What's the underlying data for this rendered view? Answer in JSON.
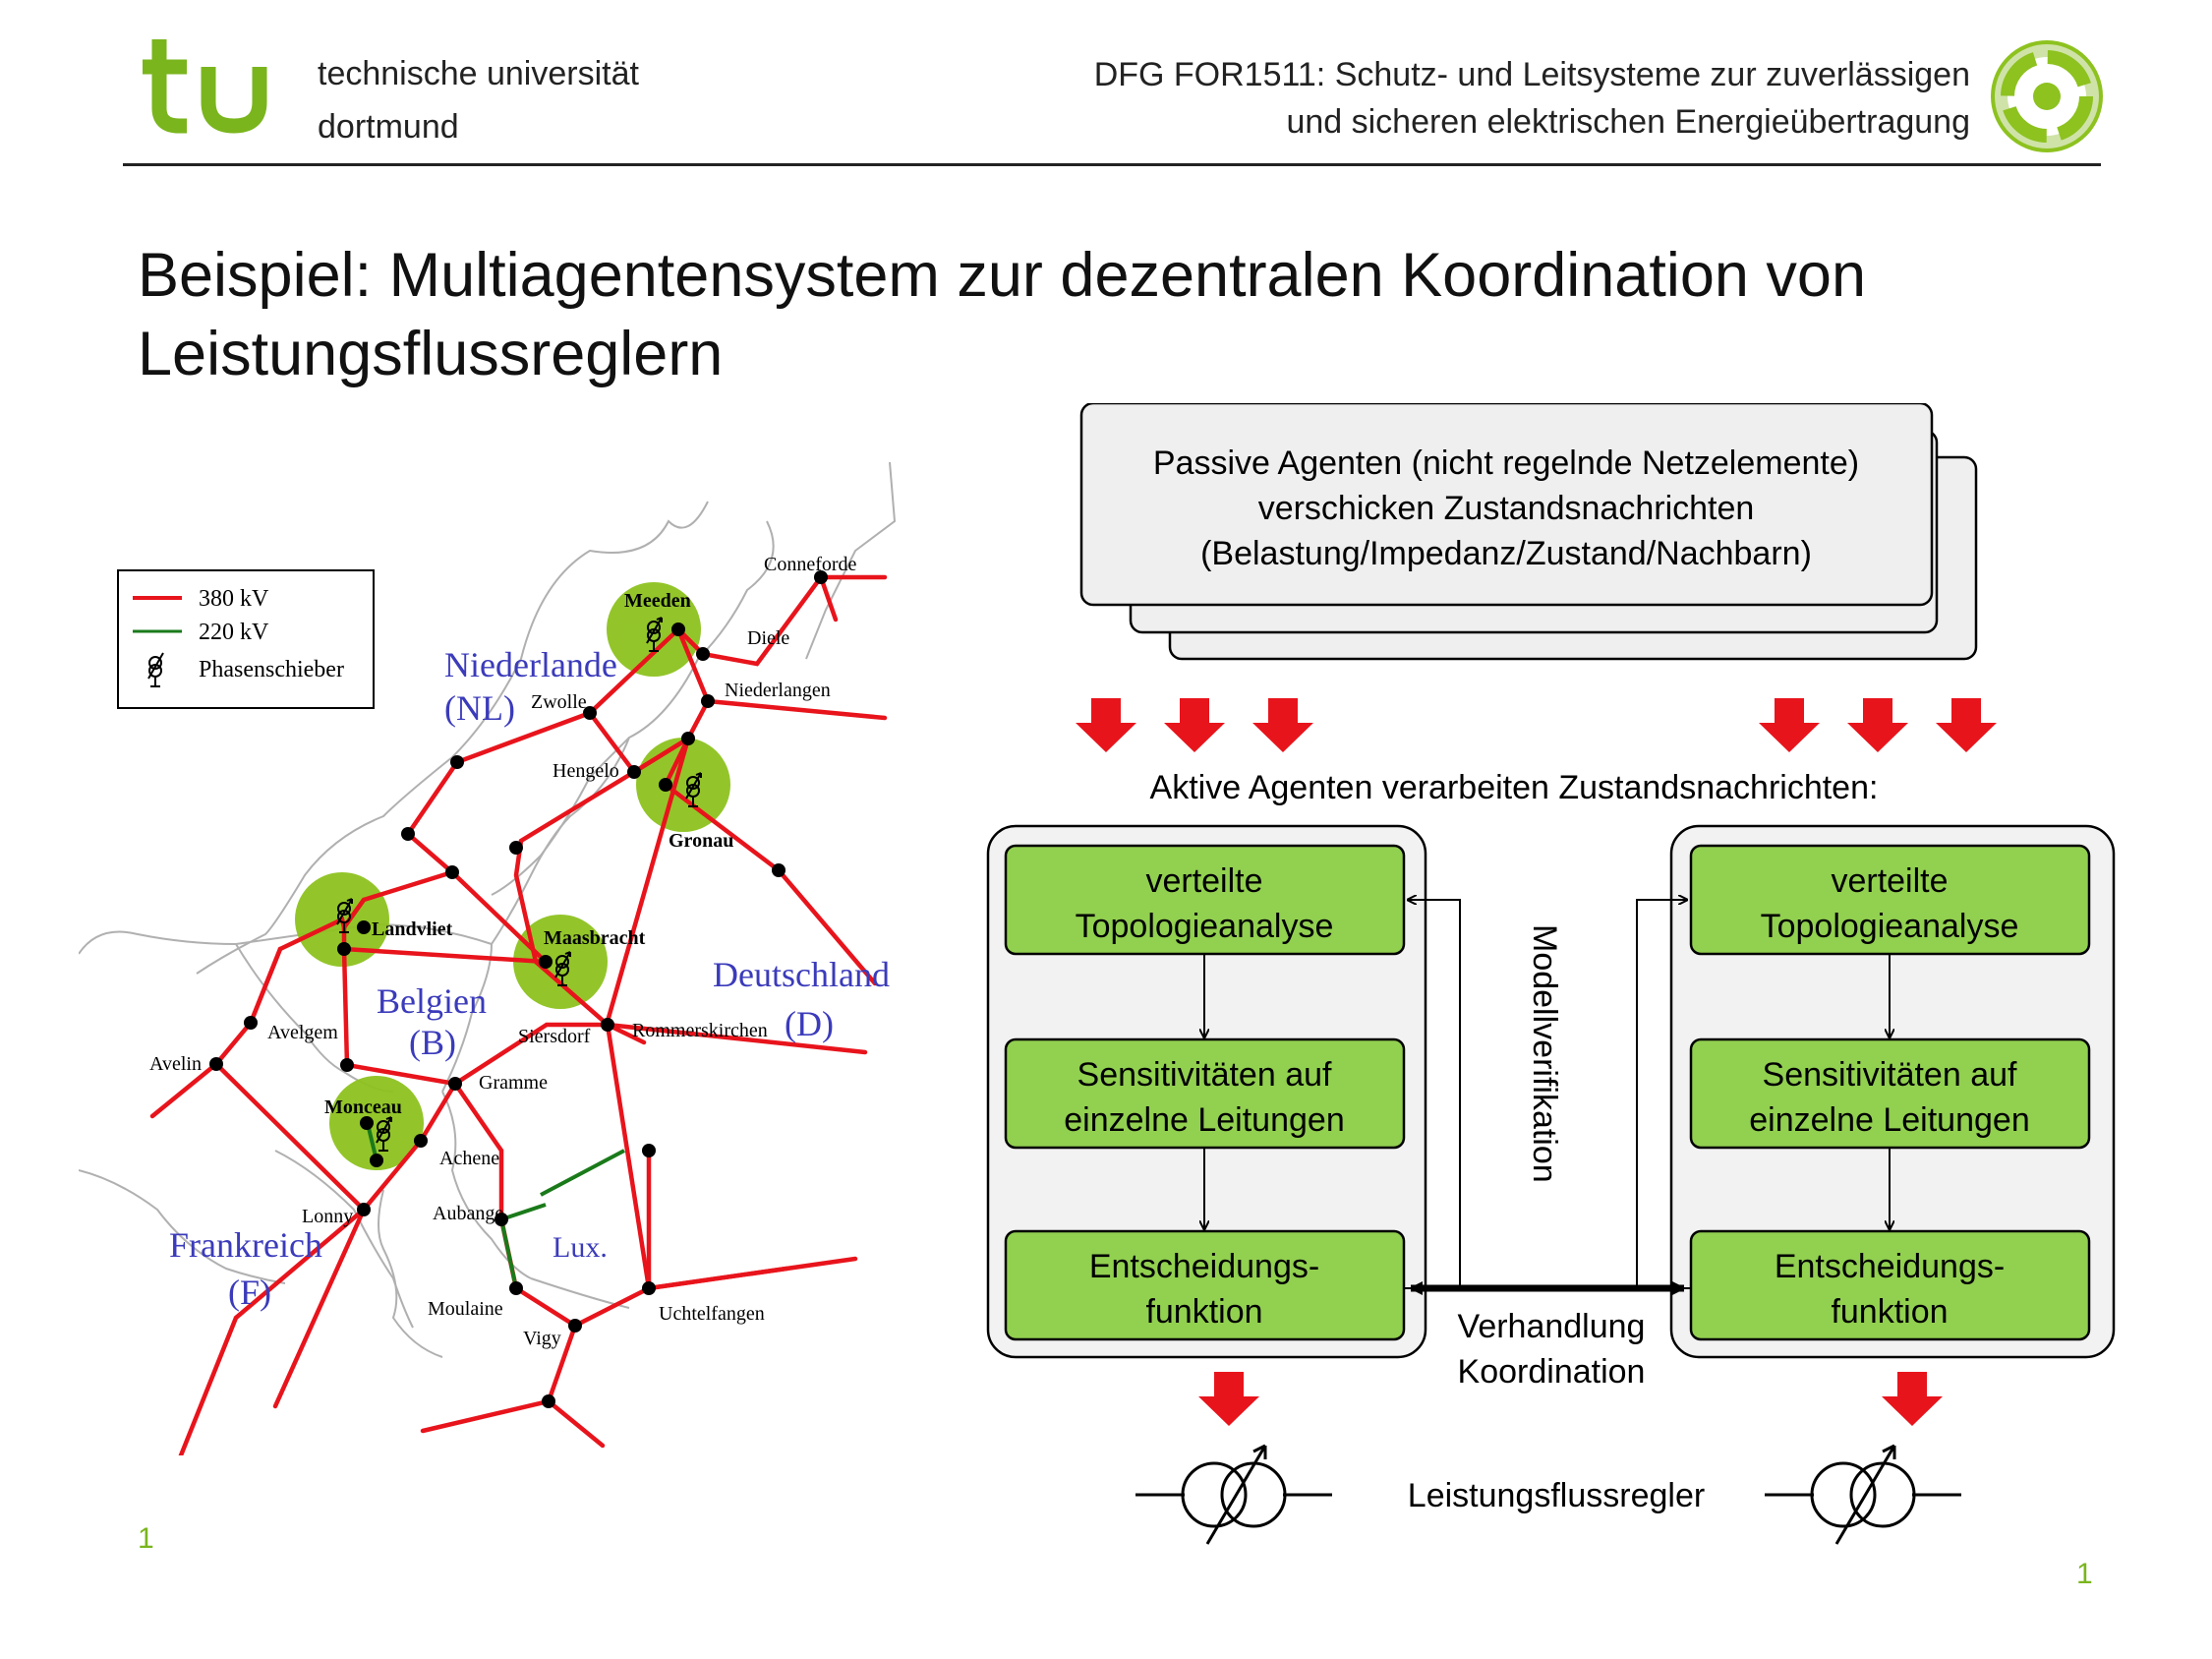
{
  "header": {
    "university_line1": "technische universität",
    "university_line2": "dortmund",
    "project_line1": "DFG FOR1511: Schutz- und Leitsysteme zur zuverlässigen",
    "project_line2": "und sicheren elektrischen Energieübertragung",
    "logo_text": "tu"
  },
  "title": {
    "line1": "Beispiel: Multiagentensystem zur dezentralen Koordination von",
    "line2": "Leistungsflussreglern"
  },
  "map": {
    "legend": {
      "kv380": "380 kV",
      "kv220": "220 kV",
      "phase_shifter": "Phasenschieber"
    },
    "colors": {
      "kv380": "#e8141c",
      "kv220": "#1a7a1a",
      "highlight": "#8dc21f",
      "country": "#3b3bbb"
    },
    "countries": {
      "nl_name": "Niederlande",
      "nl_code": "(NL)",
      "de_name": "Deutschland",
      "de_code": "(D)",
      "be_name": "Belgien",
      "be_code": "(B)",
      "fr_name": "Frankreich",
      "fr_code": "(F)",
      "lux": "Lux."
    },
    "cities": {
      "conneforde": "Conneforde",
      "meeden": "Meeden",
      "diele": "Diele",
      "niederlangen": "Niederlangen",
      "zwolle": "Zwolle",
      "hengelo": "Hengelo",
      "gronau": "Gronau",
      "landvliet": "Landvliet",
      "maasbracht": "Maasbracht",
      "siersdorf": "Siersdorf",
      "rommerskirchen": "Rommerskirchen",
      "avelgem": "Avelgem",
      "avelin": "Avelin",
      "gramme": "Gramme",
      "monceau": "Monceau",
      "achene": "Achene",
      "aubange": "Aubange",
      "lonny": "Lonny",
      "moulaine": "Moulaine",
      "vigy": "Vigy",
      "uchtelfangen": "Uchtelfangen"
    }
  },
  "diagram": {
    "passive_line1": "Passive Agenten (nicht regelnde Netzelemente)",
    "passive_line2": "verschicken Zustandsnachrichten",
    "passive_line3": "(Belastung/Impedanz/Zustand/Nachbarn)",
    "active_label": "Aktive Agenten verarbeiten Zustandsnachrichten:",
    "left": {
      "box1_l1": "verteilte",
      "box1_l2": "Topologieanalyse",
      "box2_l1": "Sensitivitäten auf",
      "box2_l2": "einzelne Leitungen",
      "box3_l1": "Entscheidungs-",
      "box3_l2": "funktion"
    },
    "right": {
      "box1_l1": "verteilte",
      "box1_l2": "Topologieanalyse",
      "box2_l1": "Sensitivitäten auf",
      "box2_l2": "einzelne Leitungen",
      "box3_l1": "Entscheidungs-",
      "box3_l2": "funktion"
    },
    "modellverifikation": "Modellverifikation",
    "negotiation_line1": "Verhandlung",
    "negotiation_line2": "Koordination",
    "controller_label": "Leistungsflussregler",
    "colors": {
      "box_green": "#92d050",
      "arrow_red": "#e8141c",
      "panel_gray": "#f2f2f2"
    }
  },
  "footer": {
    "page_left": "1",
    "page_right": "1"
  }
}
